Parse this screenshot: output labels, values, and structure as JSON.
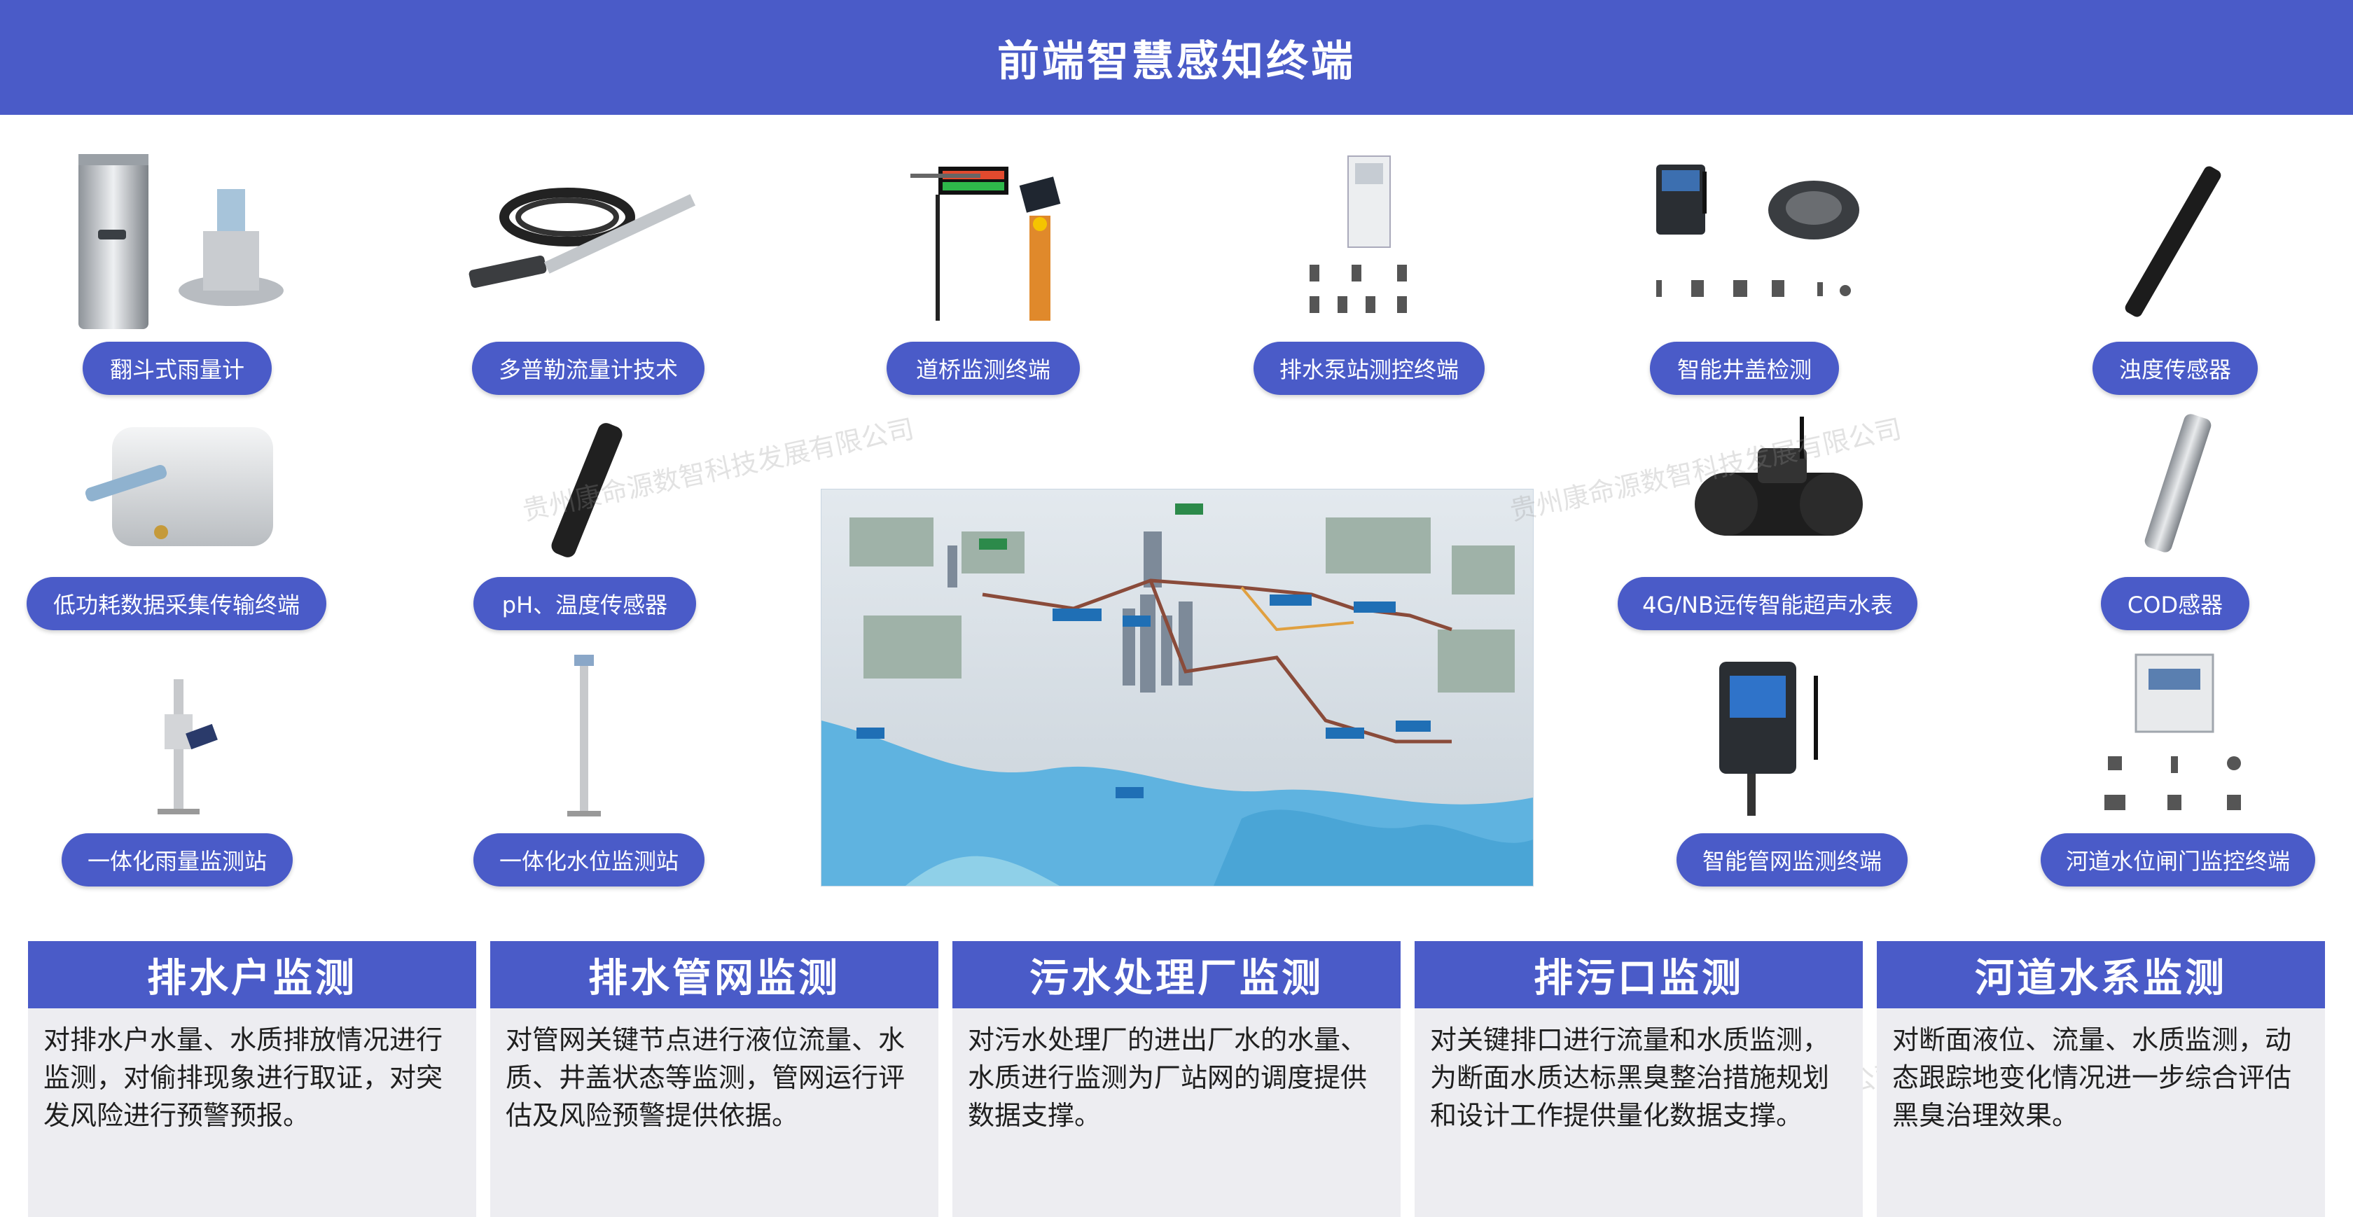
{
  "header": {
    "title": "前端智慧感知终端"
  },
  "devices": {
    "d1": "翻斗式雨量计",
    "d2": "多普勒流量计技术",
    "d3": "道桥监测终端",
    "d4": "排水泵站测控终端",
    "d5": "智能井盖检测",
    "d6": "浊度传感器",
    "d7": "低功耗数据采集传输终端",
    "d8": "pH、温度传感器",
    "d9": "4G/NB远传智能超声水表",
    "d10": "COD感器",
    "d11": "一体化雨量监测站",
    "d12": "一体化水位监测站",
    "d13": "智能管网监测终端",
    "d14": "河道水位闸门监控终端"
  },
  "cards": [
    {
      "title": "排水户监测",
      "text": "对排水户水量、水质排放情况进行监测，对偷排现象进行取证，对突发风险进行预警预报。"
    },
    {
      "title": "排水管网监测",
      "text": "对管网关键节点进行液位流量、水质、井盖状态等监测，管网运行评估及风险预警提供依据。"
    },
    {
      "title": "污水处理厂监测",
      "text": "对污水处理厂的进出厂水的水量、水质进行监测为厂站网的调度提供数据支撑。"
    },
    {
      "title": "排污口监测",
      "text": "对关键排口进行流量和水质监测，为断面水质达标黑臭整治措施规划和设计工作提供量化数据支撑。"
    },
    {
      "title": "河道水系监测",
      "text": "对断面液位、流量、水质监测，动态跟踪地变化情况进一步综合评估黑臭治理效果。"
    }
  ],
  "watermark": "贵州康命源数智科技发展有限公司"
}
